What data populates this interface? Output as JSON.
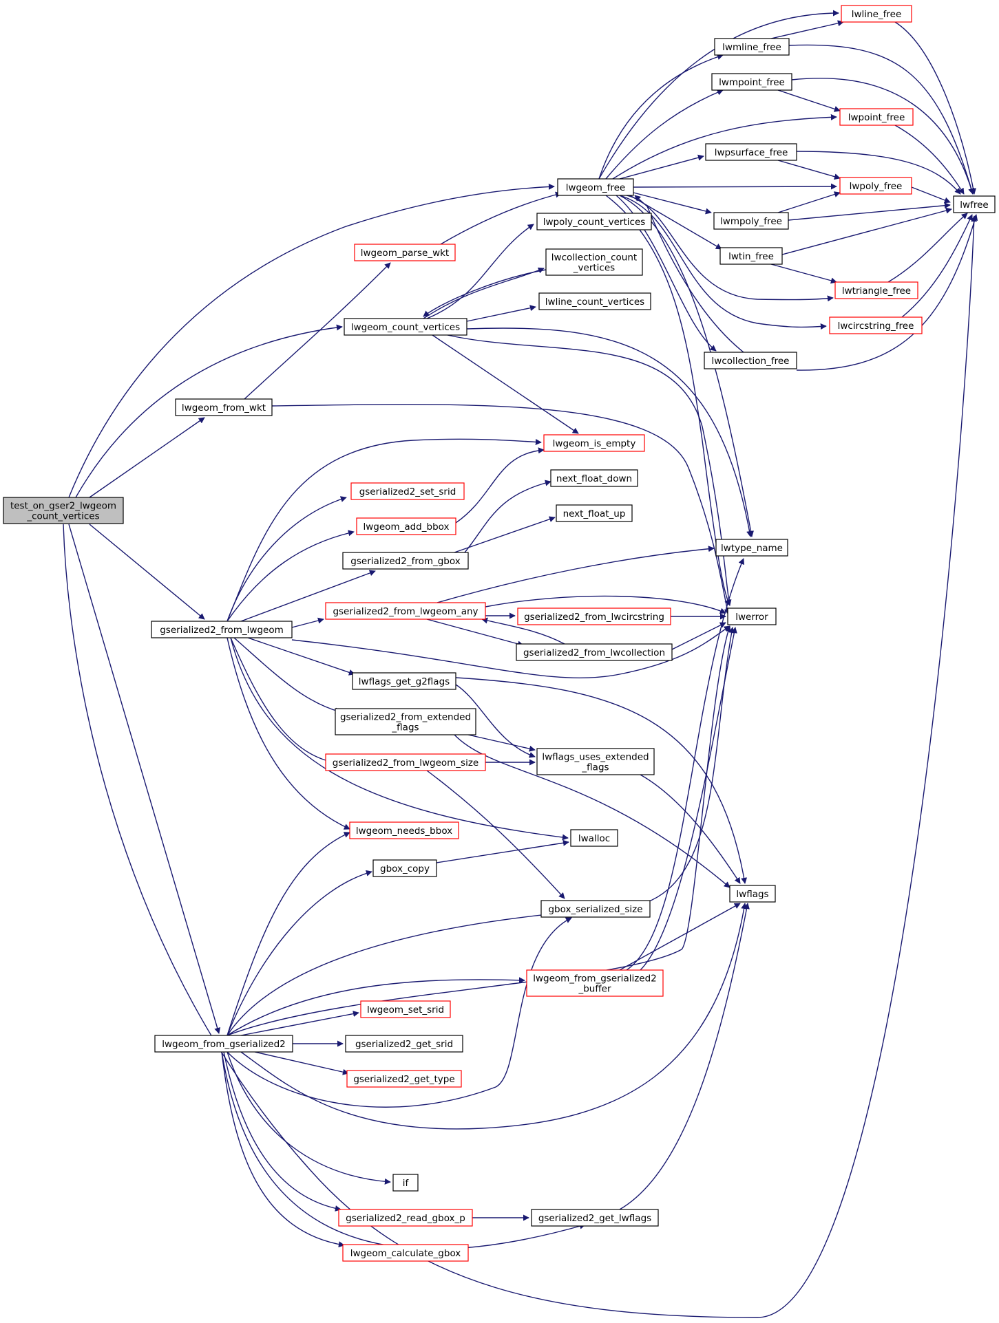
{
  "colors": {
    "edge": "#191970",
    "border_normal": "#000000",
    "border_red": "#ff0000",
    "root_fill": "#bfbfbf"
  },
  "nodes": {
    "root": {
      "lines": [
        "test_on_gser2_lwgeom",
        "_count_vertices"
      ],
      "style": "root"
    },
    "lwgeom_free": {
      "lines": [
        "lwgeom_free"
      ],
      "style": "normal"
    },
    "lwline_free": {
      "lines": [
        "lwline_free"
      ],
      "style": "red"
    },
    "lwmline_free": {
      "lines": [
        "lwmline_free"
      ],
      "style": "normal"
    },
    "lwmpoint_free": {
      "lines": [
        "lwmpoint_free"
      ],
      "style": "normal"
    },
    "lwpoint_free": {
      "lines": [
        "lwpoint_free"
      ],
      "style": "red"
    },
    "lwpsurface_free": {
      "lines": [
        "lwpsurface_free"
      ],
      "style": "normal"
    },
    "lwpoly_free": {
      "lines": [
        "lwpoly_free"
      ],
      "style": "red"
    },
    "lwfree": {
      "lines": [
        "lwfree"
      ],
      "style": "normal"
    },
    "lwmpoly_free": {
      "lines": [
        "lwmpoly_free"
      ],
      "style": "normal"
    },
    "lwtin_free": {
      "lines": [
        "lwtin_free"
      ],
      "style": "normal"
    },
    "lwtriangle_free": {
      "lines": [
        "lwtriangle_free"
      ],
      "style": "red"
    },
    "lwcircstring_free": {
      "lines": [
        "lwcircstring_free"
      ],
      "style": "red"
    },
    "lwcollection_free": {
      "lines": [
        "lwcollection_free"
      ],
      "style": "normal"
    },
    "lwpoly_count_vertices": {
      "lines": [
        "lwpoly_count_vertices"
      ],
      "style": "normal"
    },
    "lwcollection_count_vertices": {
      "lines": [
        "lwcollection_count",
        "_vertices"
      ],
      "style": "normal"
    },
    "lwline_count_vertices": {
      "lines": [
        "lwline_count_vertices"
      ],
      "style": "normal"
    },
    "lwgeom_parse_wkt": {
      "lines": [
        "lwgeom_parse_wkt"
      ],
      "style": "red"
    },
    "lwgeom_count_vertices": {
      "lines": [
        "lwgeom_count_vertices"
      ],
      "style": "normal"
    },
    "lwgeom_from_wkt": {
      "lines": [
        "lwgeom_from_wkt"
      ],
      "style": "normal"
    },
    "lwgeom_is_empty": {
      "lines": [
        "lwgeom_is_empty"
      ],
      "style": "red"
    },
    "next_float_down": {
      "lines": [
        "next_float_down"
      ],
      "style": "normal"
    },
    "gserialized2_set_srid": {
      "lines": [
        "gserialized2_set_srid"
      ],
      "style": "red"
    },
    "next_float_up": {
      "lines": [
        "next_float_up"
      ],
      "style": "normal"
    },
    "lwgeom_add_bbox": {
      "lines": [
        "lwgeom_add_bbox"
      ],
      "style": "red"
    },
    "lwtype_name": {
      "lines": [
        "lwtype_name"
      ],
      "style": "normal"
    },
    "gserialized2_from_gbox": {
      "lines": [
        "gserialized2_from_gbox"
      ],
      "style": "normal"
    },
    "gserialized2_from_lwgeom_any": {
      "lines": [
        "gserialized2_from_lwgeom_any"
      ],
      "style": "red"
    },
    "gserialized2_from_lwcircstring": {
      "lines": [
        "gserialized2_from_lwcircstring"
      ],
      "style": "red"
    },
    "lwerror": {
      "lines": [
        "lwerror"
      ],
      "style": "normal"
    },
    "gserialized2_from_lwgeom": {
      "lines": [
        "gserialized2_from_lwgeom"
      ],
      "style": "normal"
    },
    "gserialized2_from_lwcollection": {
      "lines": [
        "gserialized2_from_lwcollection"
      ],
      "style": "normal"
    },
    "lwflags_get_g2flags": {
      "lines": [
        "lwflags_get_g2flags"
      ],
      "style": "normal"
    },
    "gserialized2_from_extended_flags": {
      "lines": [
        "gserialized2_from_extended",
        "_flags"
      ],
      "style": "normal"
    },
    "lwflags_uses_extended_flags": {
      "lines": [
        "lwflags_uses_extended",
        "_flags"
      ],
      "style": "normal"
    },
    "gserialized2_from_lwgeom_size": {
      "lines": [
        "gserialized2_from_lwgeom_size"
      ],
      "style": "red"
    },
    "lwgeom_needs_bbox": {
      "lines": [
        "lwgeom_needs_bbox"
      ],
      "style": "red"
    },
    "lwalloc": {
      "lines": [
        "lwalloc"
      ],
      "style": "normal"
    },
    "gbox_copy": {
      "lines": [
        "gbox_copy"
      ],
      "style": "normal"
    },
    "lwflags": {
      "lines": [
        "lwflags"
      ],
      "style": "normal"
    },
    "gbox_serialized_size": {
      "lines": [
        "gbox_serialized_size"
      ],
      "style": "normal"
    },
    "lwgeom_from_gserialized2_buffer": {
      "lines": [
        "lwgeom_from_gserialized2",
        "_buffer"
      ],
      "style": "red"
    },
    "lwgeom_set_srid": {
      "lines": [
        "lwgeom_set_srid"
      ],
      "style": "red"
    },
    "lwgeom_from_gserialized2": {
      "lines": [
        "lwgeom_from_gserialized2"
      ],
      "style": "normal"
    },
    "gserialized2_get_srid": {
      "lines": [
        "gserialized2_get_srid"
      ],
      "style": "normal"
    },
    "gserialized2_get_type": {
      "lines": [
        "gserialized2_get_type"
      ],
      "style": "red"
    },
    "if": {
      "lines": [
        "if"
      ],
      "style": "normal"
    },
    "gserialized2_read_gbox_p": {
      "lines": [
        "gserialized2_read_gbox_p"
      ],
      "style": "red"
    },
    "gserialized2_get_lwflags": {
      "lines": [
        "gserialized2_get_lwflags"
      ],
      "style": "normal"
    },
    "lwgeom_calculate_gbox": {
      "lines": [
        "lwgeom_calculate_gbox"
      ],
      "style": "red"
    }
  }
}
